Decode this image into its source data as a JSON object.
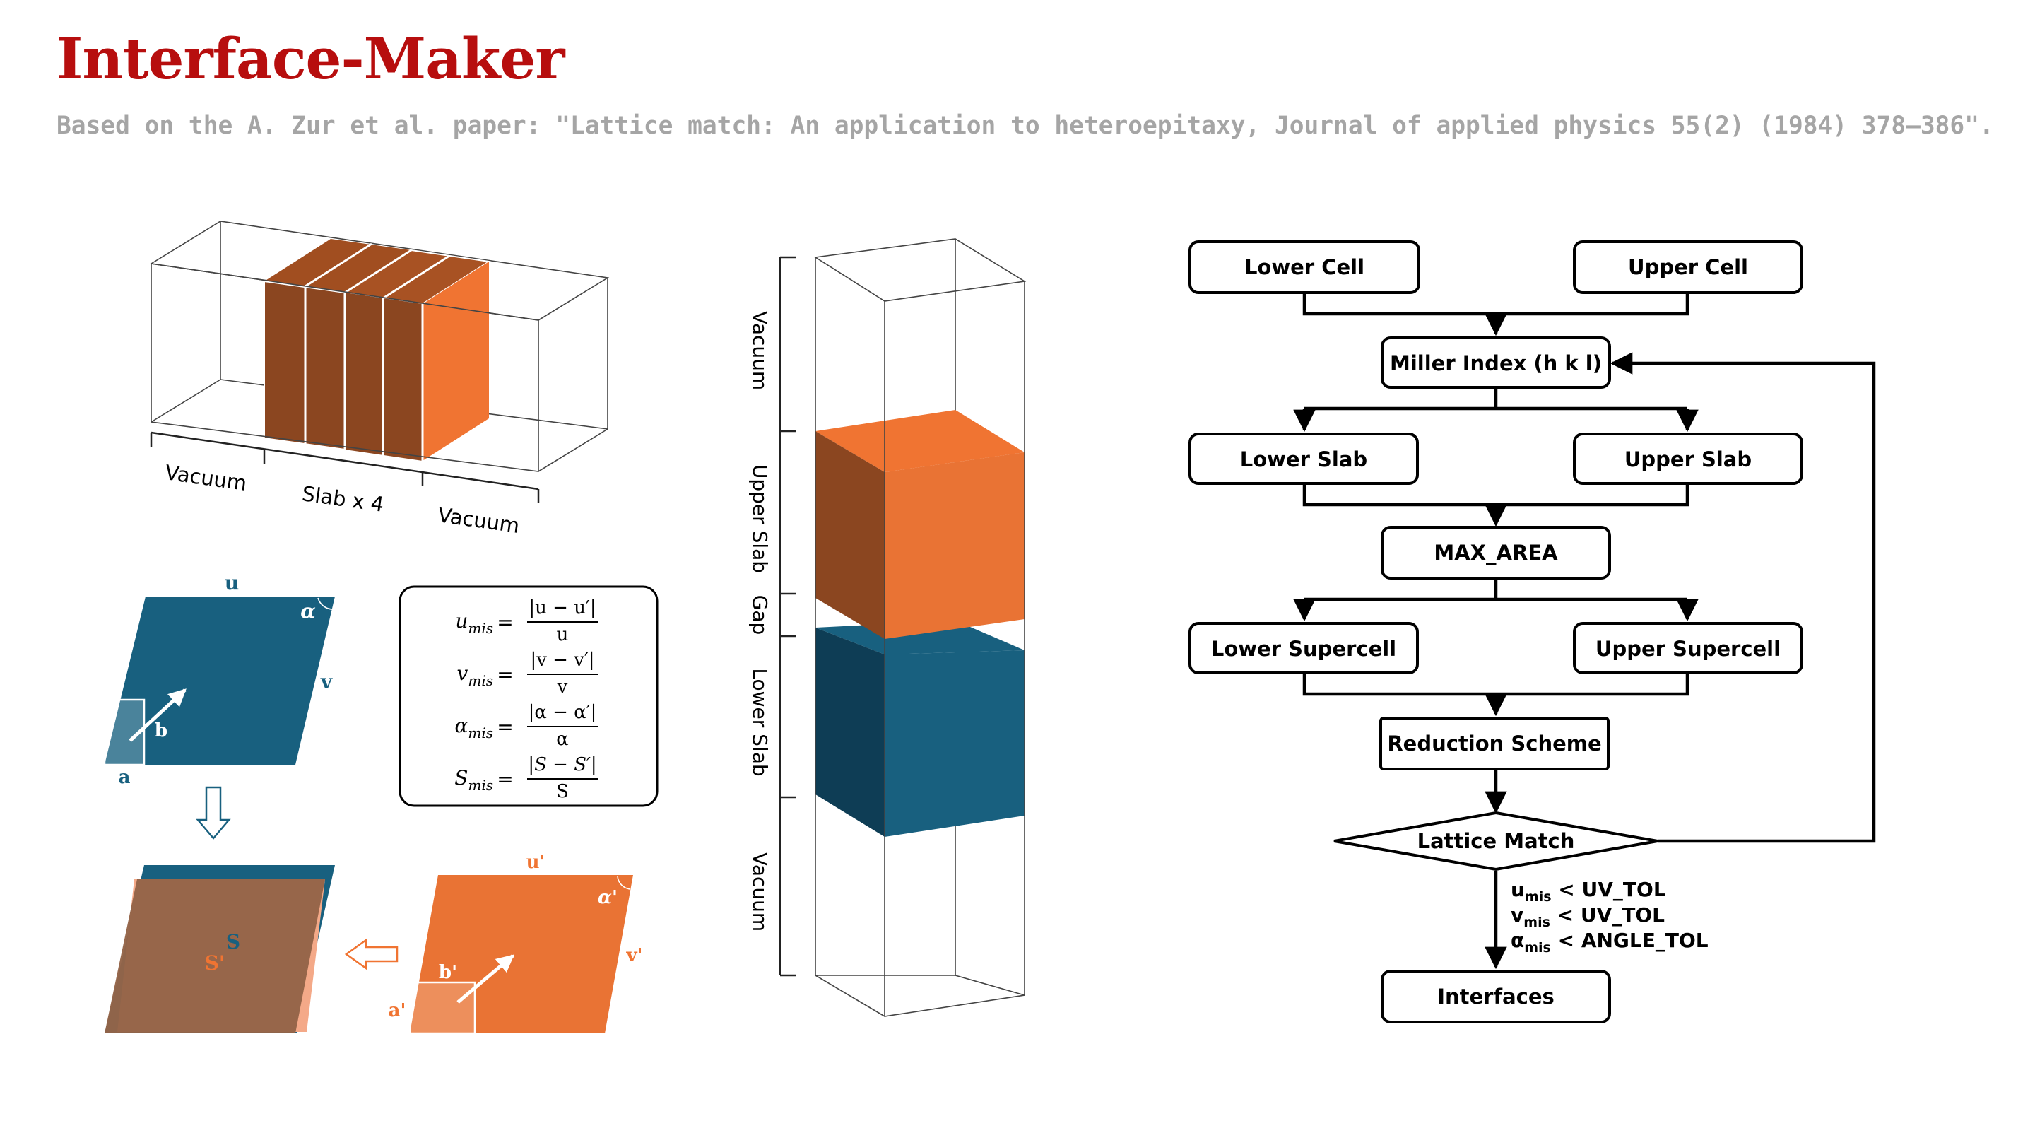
{
  "header": {
    "title": "Interface-Maker",
    "subtitle": "Based on the A. Zur et al. paper: \"Lattice match: An application to heteroepitaxy, Journal of applied physics 55(2) (1984) 378–386\"."
  },
  "colors": {
    "title_red": "#b70e0e",
    "subtitle_gray": "#a5a5a5",
    "slab_brown": "#8b4620",
    "slab_orange": "#f07432",
    "lower_blue": "#18607f",
    "overlap_brown": "#946448"
  },
  "slab_stack": {
    "vacuum_left": "Vacuum",
    "slab_label": "Slab x 4",
    "vacuum_right": "Vacuum"
  },
  "lower_lattice": {
    "u": "u",
    "v": "v",
    "a": "a",
    "b": "b",
    "alpha": "α"
  },
  "upper_lattice": {
    "u": "u'",
    "v": "v'",
    "a": "a'",
    "b": "b'",
    "alpha": "α'"
  },
  "overlap": {
    "s": "S",
    "s_prime": "S'"
  },
  "mismatch_box": {
    "u": {
      "lhs": "u",
      "sub": "mis",
      "num": "|u − u′|",
      "den": "u"
    },
    "v": {
      "lhs": "v",
      "sub": "mis",
      "num": "|v − v′|",
      "den": "v"
    },
    "alpha": {
      "lhs": "α",
      "sub": "mis",
      "num": "|α − α′|",
      "den": "α"
    },
    "s": {
      "lhs": "S",
      "sub": "mis",
      "num": "|S − S′|",
      "den": "S"
    }
  },
  "column": {
    "vacuum_top": "Vacuum",
    "upper_slab": "Upper Slab",
    "gap": "Gap",
    "lower_slab": "Lower Slab",
    "vacuum_bottom": "Vacuum"
  },
  "flowchart": {
    "lower_cell": "Lower Cell",
    "upper_cell": "Upper Cell",
    "miller_index": "Miller Index (h k l)",
    "lower_slab": "Lower Slab",
    "upper_slab": "Upper Slab",
    "max_area": "MAX_AREA",
    "lower_supercell": "Lower Supercell",
    "upper_supercell": "Upper Supercell",
    "reduction_scheme": "Reduction Scheme",
    "lattice_match": "Lattice Match",
    "conditions": [
      {
        "base": "u",
        "sub": "mis",
        "rest": " < UV_TOL"
      },
      {
        "base": "v",
        "sub": "mis",
        "rest": " < UV_TOL"
      },
      {
        "base": "α",
        "sub": "mis",
        "rest": " < ANGLE_TOL"
      }
    ],
    "interfaces": "Interfaces"
  }
}
